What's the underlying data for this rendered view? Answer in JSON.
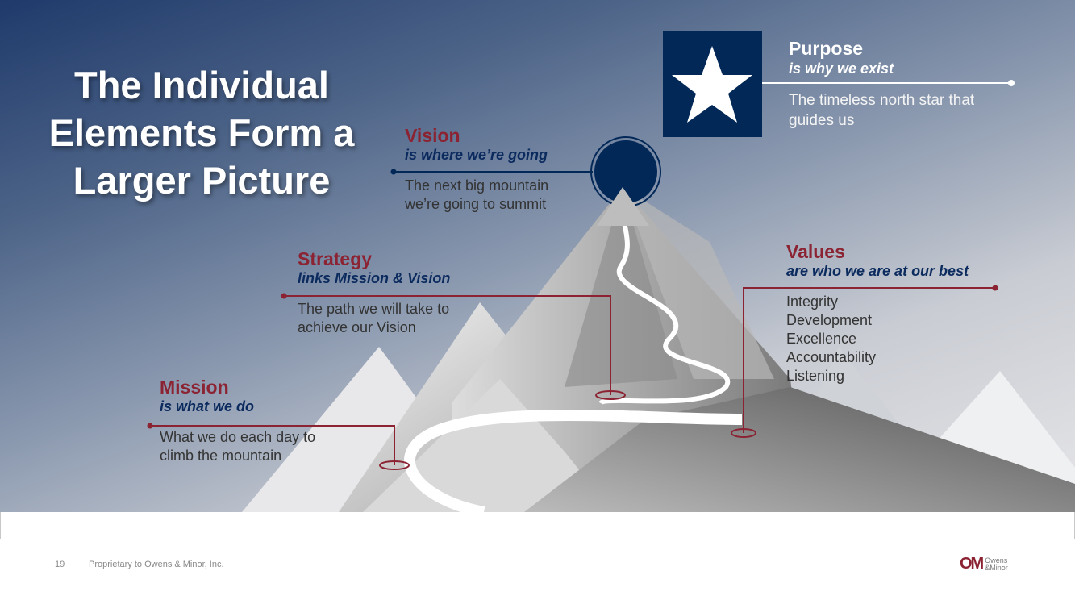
{
  "title": [
    "The Individual",
    "Elements Form a",
    "Larger Picture"
  ],
  "purpose": {
    "heading": "Purpose",
    "sub": "is why we exist",
    "body": [
      "The timeless north star that",
      "guides us"
    ],
    "icon": "star-icon"
  },
  "vision": {
    "heading": "Vision",
    "sub": "is where we’re going",
    "body": [
      "The next big mountain",
      "we’re going to summit"
    ]
  },
  "strategy": {
    "heading": "Strategy",
    "sub": "links Mission & Vision",
    "body": [
      "The path we will take to",
      "achieve our Vision"
    ]
  },
  "mission": {
    "heading": "Mission",
    "sub": "is what we do",
    "body": [
      "What we do each day to",
      "climb the mountain"
    ]
  },
  "values": {
    "heading": "Values",
    "sub": "are who we are at our best",
    "items": [
      "Integrity",
      "Development",
      "Excellence",
      "Accountability",
      "Listening"
    ]
  },
  "footer": {
    "page": "19",
    "text": "Proprietary to Owens & Minor, Inc.",
    "logo_mark": "OM",
    "logo_text": [
      "Owens",
      "&Minor"
    ]
  },
  "colors": {
    "navy": "#022858",
    "maroon": "#8b2332"
  }
}
